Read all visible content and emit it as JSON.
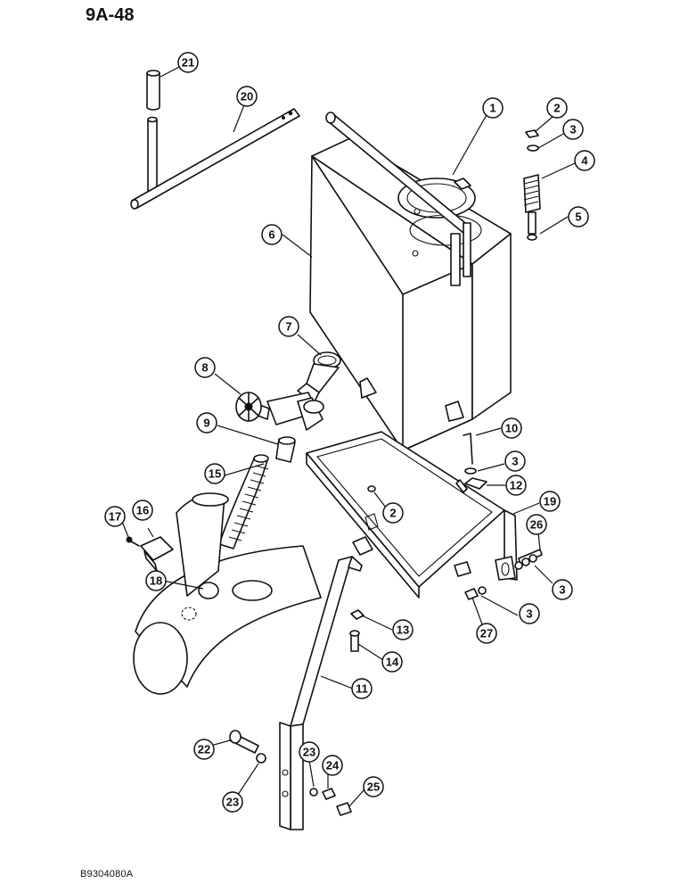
{
  "page_code": "9A-48",
  "doc_code": "B9304080A",
  "callouts": {
    "c1": "1",
    "c2a": "2",
    "c3a": "3",
    "c4": "4",
    "c5": "5",
    "c6": "6",
    "c7": "7",
    "c8": "8",
    "c9": "9",
    "c10": "10",
    "c3b": "3",
    "c12": "12",
    "c19": "19",
    "c2b": "2",
    "c15": "15",
    "c16": "16",
    "c17": "17",
    "c18": "18",
    "c26": "26",
    "c3c": "3",
    "c3d": "3",
    "c27": "27",
    "c13": "13",
    "c14": "14",
    "c11": "11",
    "c22": "22",
    "c23a": "23",
    "c23b": "23",
    "c24": "24",
    "c25": "25",
    "c20": "20",
    "c21": "21"
  }
}
